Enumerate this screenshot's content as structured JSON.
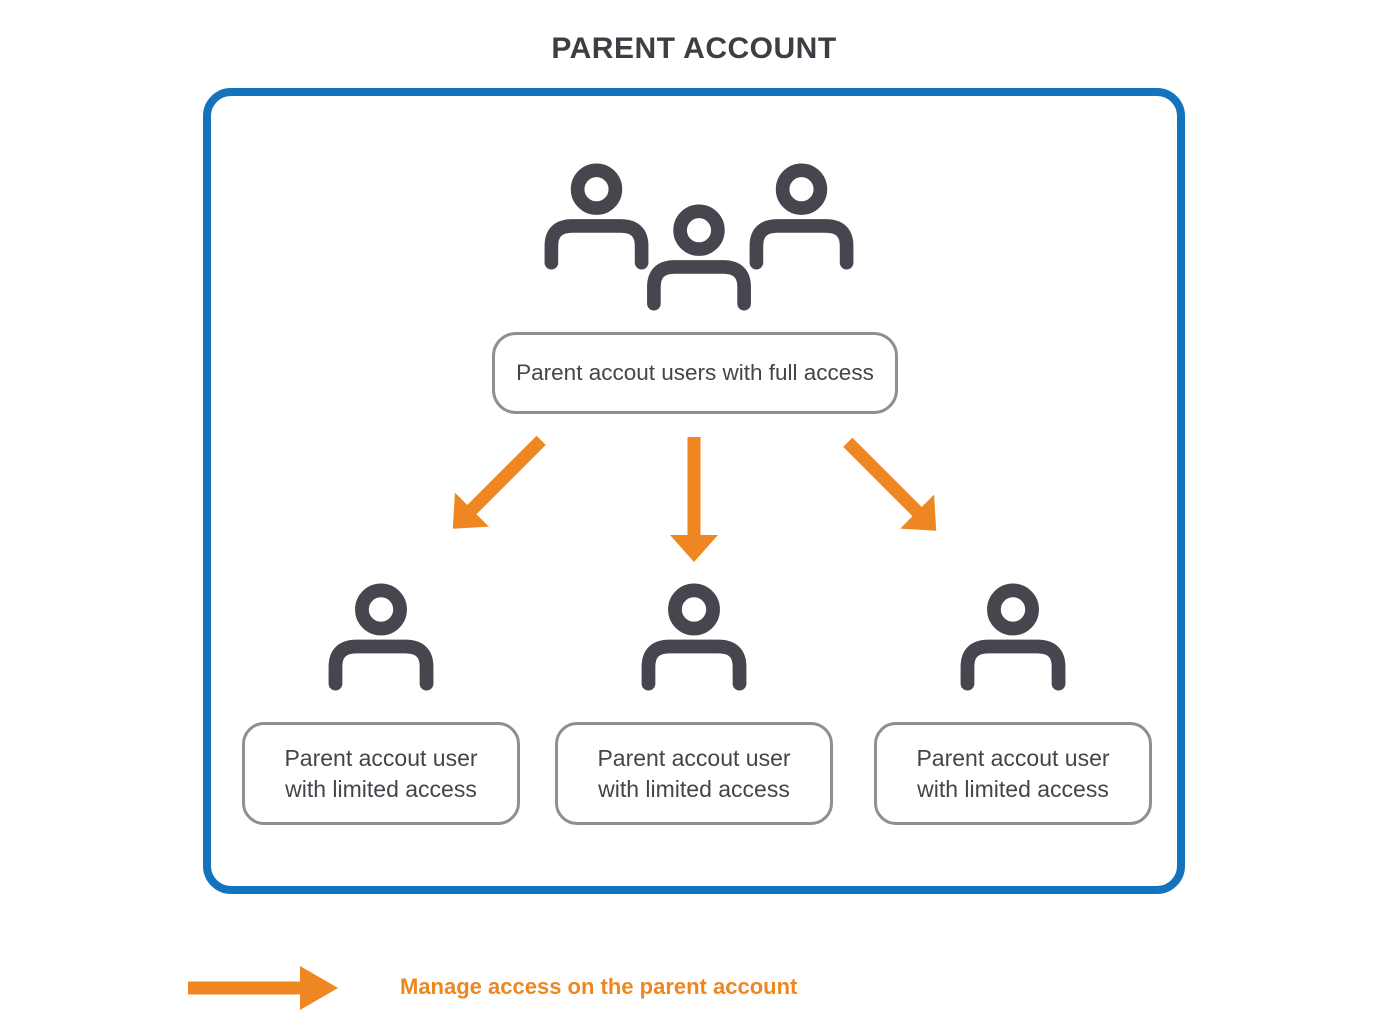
{
  "page": {
    "title": "PARENT ACCOUNT"
  },
  "colors": {
    "frame_blue": "#1373bc",
    "arrow_orange": "#ee8722",
    "icon_charcoal": "#45464e",
    "node_border_gray": "#8e8e94"
  },
  "diagram": {
    "root_node": {
      "label": "Parent accout users with full access",
      "icon": "users-group-icon"
    },
    "child_nodes": [
      {
        "line1": "Parent accout user",
        "line2": "with limited access",
        "icon": "user-icon"
      },
      {
        "line1": "Parent accout user",
        "line2": "with limited access",
        "icon": "user-icon"
      },
      {
        "line1": "Parent accout user",
        "line2": "with limited access",
        "icon": "user-icon"
      }
    ],
    "connector_arrows": [
      "down-left-arrow",
      "down-arrow",
      "down-right-arrow"
    ]
  },
  "legend": {
    "arrow_icon": "right-arrow-icon",
    "label": "Manage access on the parent account"
  }
}
